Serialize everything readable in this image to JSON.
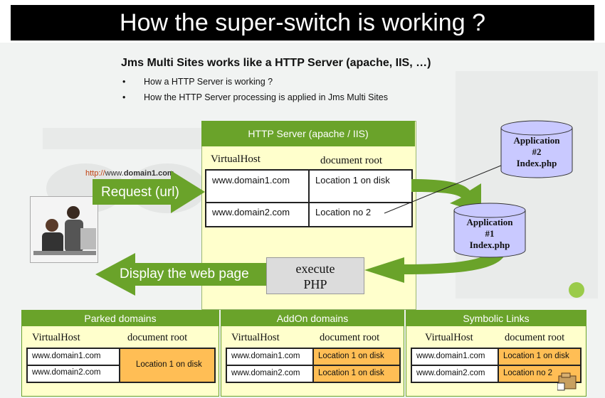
{
  "title": "How the super-switch is working ?",
  "subtitle": "Jms Multi Sites works like a HTTP Server (apache, IIS, …)",
  "bullets": [
    "How a HTTP Server is working ?",
    "How the HTTP Server processing is applied in Jms Multi Sites"
  ],
  "url": {
    "prefix": "http://",
    "host": "www.",
    "domain": "domain1.com"
  },
  "request_label": "Request (url)",
  "display_label": "Display the web page",
  "server": {
    "title": "HTTP Server (apache / IIS)",
    "col1": "VirtualHost",
    "col2": "document root",
    "rows": [
      {
        "host": "www.domain1.com",
        "root": "Location 1 on disk"
      },
      {
        "host": "www.domain2.com",
        "root": "Location no 2"
      }
    ]
  },
  "execute": {
    "line1": "execute",
    "line2": "PHP"
  },
  "app2": {
    "line1": "Application",
    "line2": "#2",
    "line3": "Index.php"
  },
  "app1": {
    "line1": "Application",
    "line2": "#1",
    "line3": "Index.php"
  },
  "panels": [
    {
      "title": "Parked domains",
      "col1": "VirtualHost",
      "col2": "document root",
      "rows": [
        {
          "host": "www.domain1.com"
        },
        {
          "host": "www.domain2.com"
        }
      ],
      "merged_root": "Location 1 on disk"
    },
    {
      "title": "AddOn domains",
      "col1": "VirtualHost",
      "col2": "document root",
      "rows": [
        {
          "host": "www.domain1.com",
          "root": "Location 1 on disk"
        },
        {
          "host": "www.domain2.com",
          "root": "Location 1 on disk"
        }
      ]
    },
    {
      "title": "Symbolic Links",
      "col1": "VirtualHost",
      "col2": "document root",
      "rows": [
        {
          "host": "www.domain1.com",
          "root": "Location 1 on disk"
        },
        {
          "host": "www.domain2.com",
          "root": "Location no 2"
        }
      ]
    }
  ],
  "colors": {
    "green": "#6aa32a",
    "panel_bg": "#ffffcc",
    "orange": "#ffbe55",
    "cylinder": "#c9c9ff"
  }
}
